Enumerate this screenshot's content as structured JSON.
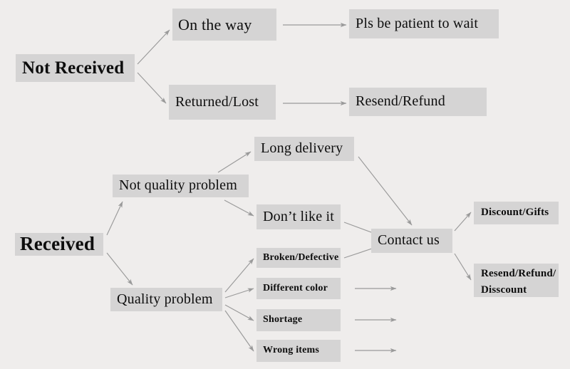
{
  "diagram": {
    "title": "Order issue resolution flowchart",
    "background_color": "#efedec",
    "node_fill_color": "#d5d4d4",
    "arrow_color": "#9a9a9a",
    "text_color": "#0d0d0d",
    "nodes": {
      "not_received": "Not Received",
      "on_the_way": "On the way",
      "pls_be_patient": "Pls be patient to wait",
      "returned_lost": "Returned/Lost",
      "resend_refund": "Resend/Refund",
      "received": "Received",
      "not_quality_problem": "Not quality problem",
      "quality_problem": "Quality problem",
      "long_delivery": "Long delivery",
      "dont_like_it": "Don’t like it",
      "broken_defective": "Broken/Defective",
      "different_color": "Different color",
      "shortage": "Shortage",
      "wrong_items": "Wrong items",
      "contact_us": "Contact us",
      "discount_gifts": "Discount/Gifts",
      "resend_refund_disscount": "Resend/Refund/\nDisscount"
    },
    "edges": [
      {
        "from": "not_received",
        "to": "on_the_way"
      },
      {
        "from": "not_received",
        "to": "returned_lost"
      },
      {
        "from": "on_the_way",
        "to": "pls_be_patient"
      },
      {
        "from": "returned_lost",
        "to": "resend_refund"
      },
      {
        "from": "received",
        "to": "not_quality_problem"
      },
      {
        "from": "received",
        "to": "quality_problem"
      },
      {
        "from": "not_quality_problem",
        "to": "long_delivery"
      },
      {
        "from": "not_quality_problem",
        "to": "dont_like_it"
      },
      {
        "from": "quality_problem",
        "to": "broken_defective"
      },
      {
        "from": "quality_problem",
        "to": "different_color"
      },
      {
        "from": "quality_problem",
        "to": "shortage"
      },
      {
        "from": "quality_problem",
        "to": "wrong_items"
      },
      {
        "from": "long_delivery",
        "to": "contact_us"
      },
      {
        "from": "dont_like_it",
        "to": "contact_us"
      },
      {
        "from": "broken_defective",
        "to": "contact_us"
      },
      {
        "from": "different_color",
        "to": "contact_us"
      },
      {
        "from": "shortage",
        "to": "contact_us"
      },
      {
        "from": "wrong_items",
        "to": "contact_us"
      },
      {
        "from": "contact_us",
        "to": "discount_gifts"
      },
      {
        "from": "contact_us",
        "to": "resend_refund_disscount"
      }
    ]
  }
}
